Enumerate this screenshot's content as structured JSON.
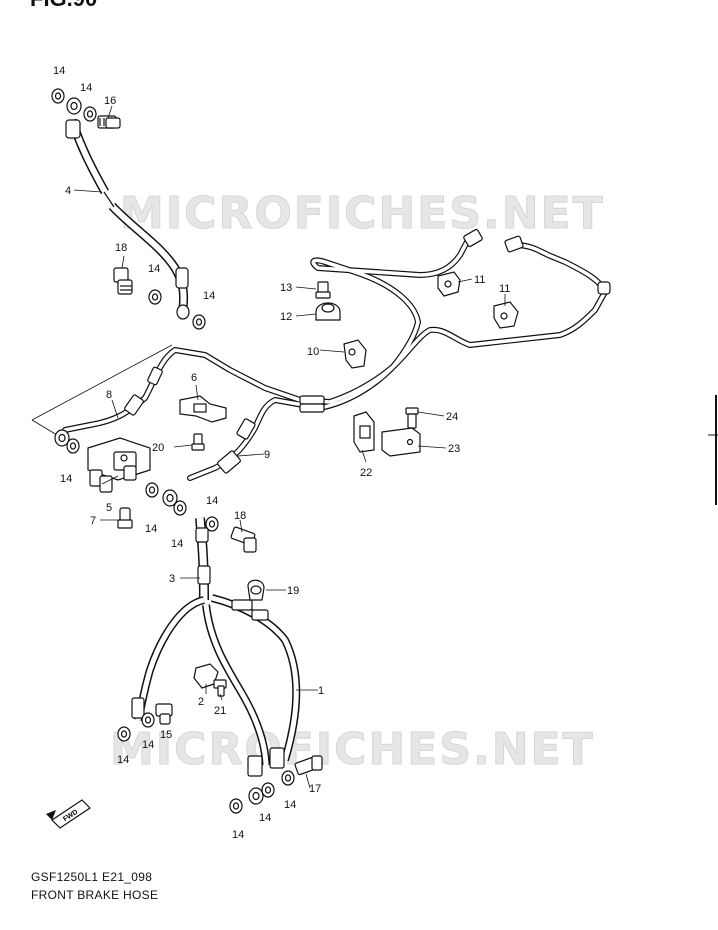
{
  "figure_label": "FIG.90",
  "watermark": "MICROFICHES.NET",
  "diagram_code": "GSF1250L1 E21_098",
  "diagram_title": "FRONT BRAKE HOSE",
  "direction_badge": "FWD",
  "callouts": {
    "c1": "1",
    "c2": "2",
    "c3": "3",
    "c4": "4",
    "c5": "5",
    "c6": "6",
    "c7": "7",
    "c8": "8",
    "c9": "9",
    "c10": "10",
    "c11a": "11",
    "c11b": "11",
    "c12": "12",
    "c13": "13",
    "c14a": "14",
    "c14b": "14",
    "c14c": "14",
    "c14d": "14",
    "c14e": "14",
    "c14f": "14",
    "c14g": "14",
    "c14h": "14",
    "c14i": "14",
    "c14j": "14",
    "c14k": "14",
    "c14l": "14",
    "c15": "15",
    "c16": "16",
    "c17": "17",
    "c18a": "18",
    "c18b": "18",
    "c19": "19",
    "c20": "20",
    "c21": "21",
    "c22": "22",
    "c23": "23",
    "c24": "24"
  }
}
